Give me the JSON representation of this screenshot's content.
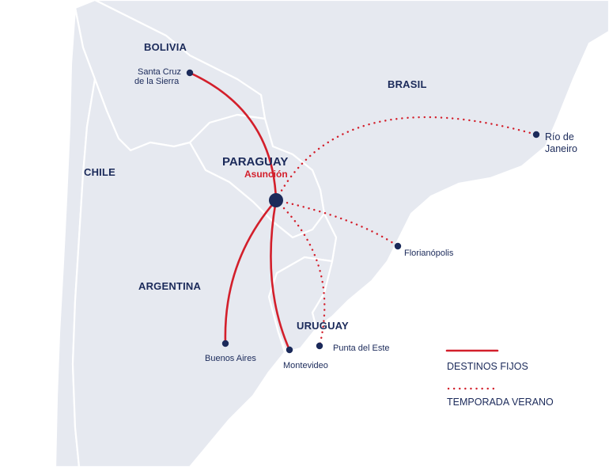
{
  "countries": {
    "bolivia": "BOLIVIA",
    "brasil": "BRASIL",
    "chile": "CHILE",
    "paraguay": "PARAGUAY",
    "argentina": "ARGENTINA",
    "uruguay": "URUGUAY"
  },
  "hub": {
    "city": "Asunción"
  },
  "cities": {
    "santa_cruz_line1": "Santa Cruz",
    "santa_cruz_line2": "de la Sierra",
    "rio_line1": "Río de",
    "rio_line2": "Janeiro",
    "florianopolis": "Florianópolis",
    "buenos_aires": "Buenos Aires",
    "montevideo": "Montevideo",
    "punta_del_este": "Punta del Este"
  },
  "legend": {
    "fixed": "DESTINOS FIJOS",
    "seasonal": "TEMPORADA VERANO"
  },
  "colors": {
    "route": "#d31f2b",
    "navy": "#1b2a5a",
    "land": "#e6e9f0"
  }
}
